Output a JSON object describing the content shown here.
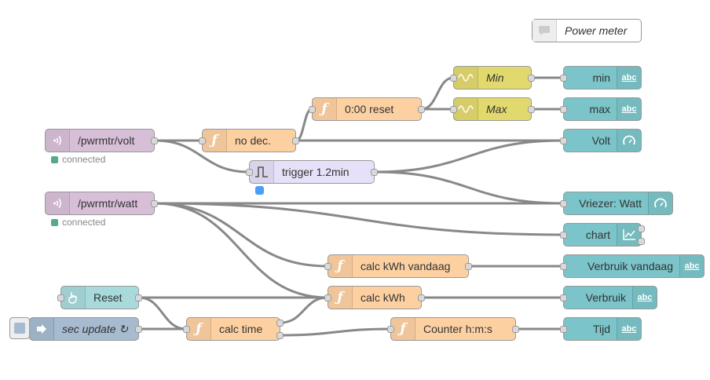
{
  "comment": {
    "label": "Power meter"
  },
  "mqtt_volt": {
    "label": "/pwrmtr/volt",
    "status": "connected"
  },
  "mqtt_watt": {
    "label": "/pwrmtr/watt",
    "status": "connected"
  },
  "func_nodec": {
    "label": "no dec."
  },
  "func_reset": {
    "label": "0:00 reset"
  },
  "smooth_min": {
    "label": "Min"
  },
  "smooth_max": {
    "label": "Max"
  },
  "trigger": {
    "label": "trigger 1.2min"
  },
  "func_calc_kwh_vandaag": {
    "label": "calc kWh vandaag"
  },
  "func_calc_kwh": {
    "label": "calc kWh"
  },
  "func_calc_time": {
    "label": "calc time"
  },
  "func_counter": {
    "label": "Counter h:m:s"
  },
  "button_reset": {
    "label": "Reset"
  },
  "inject": {
    "label": "sec update ↻"
  },
  "out_min": {
    "label": "min"
  },
  "out_max": {
    "label": "max"
  },
  "out_volt": {
    "label": "Volt"
  },
  "out_vriezer": {
    "label": "Vriezer: Watt"
  },
  "out_chart": {
    "label": "chart"
  },
  "out_verbruik_vandaag": {
    "label": "Verbruik vandaag"
  },
  "out_verbruik": {
    "label": "Verbruik"
  },
  "out_tijd": {
    "label": "Tijd"
  },
  "icons": {
    "text": "abc"
  },
  "colors": {
    "mqtt": "#d8bfd8",
    "function": "#fdd0a2",
    "smooth": "#e2d96e",
    "dashboard": "#7bc4c9",
    "trigger": "#e6e0f8",
    "inject": "#a6bbcf",
    "button": "#a8dadc",
    "wire": "#888888",
    "status_connected": "#55aa88",
    "status_blue": "#4a9ff5"
  }
}
